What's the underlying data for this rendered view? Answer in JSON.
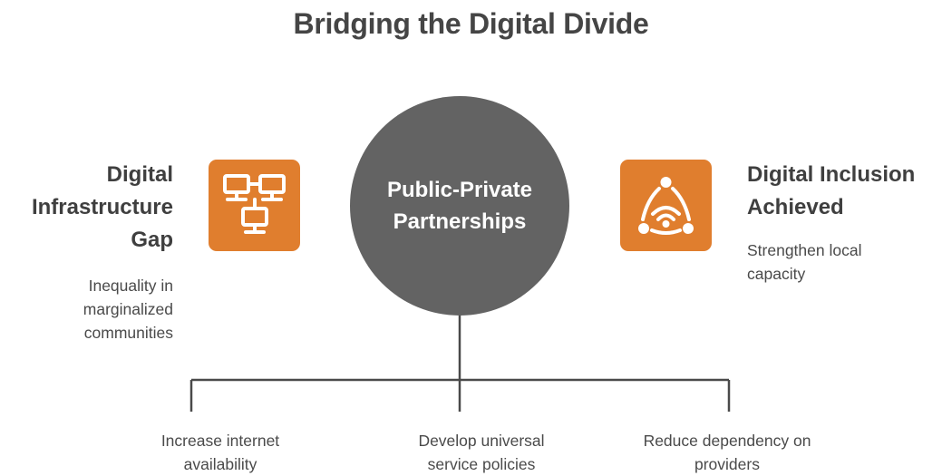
{
  "title": "Bridging the Digital Divide",
  "left": {
    "heading_lines": [
      "Digital",
      "Infrastructure",
      "Gap"
    ],
    "description_lines": [
      "Inequality in",
      "marginalized",
      "communities"
    ],
    "icon": "network-computers-icon"
  },
  "center": {
    "label_lines": [
      "Public-Private",
      "Partnerships"
    ]
  },
  "right": {
    "heading_lines": [
      "Digital Inclusion",
      "Achieved"
    ],
    "description_lines": [
      "Strengthen local",
      "capacity"
    ],
    "icon": "community-wifi-icon"
  },
  "branches": [
    {
      "lines": [
        "Increase internet",
        "availability"
      ]
    },
    {
      "lines": [
        "Develop universal",
        "service policies"
      ]
    },
    {
      "lines": [
        "Reduce dependency on",
        "providers"
      ]
    }
  ],
  "colors": {
    "accent": "#e07e2e",
    "center_circle": "#636363",
    "text": "#444444",
    "line": "#4a4a4a"
  }
}
